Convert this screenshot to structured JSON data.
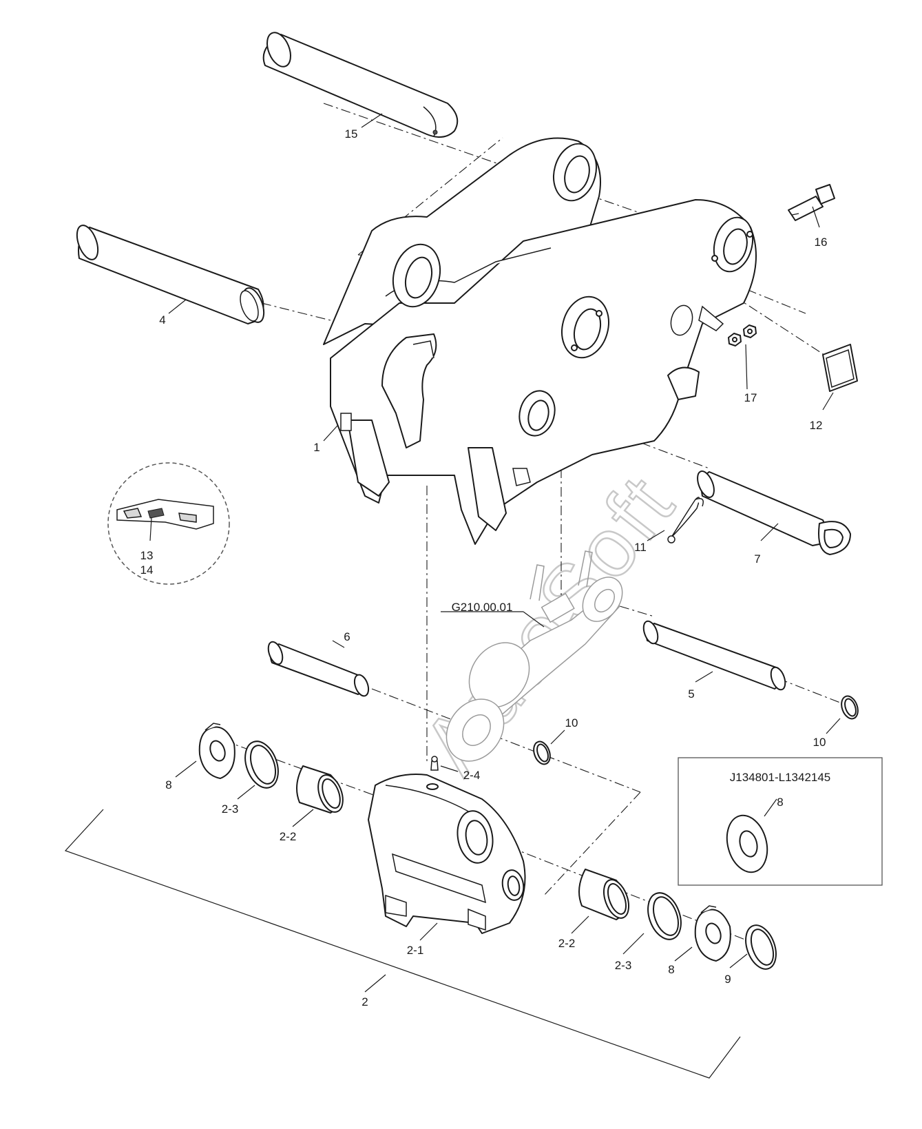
{
  "watermark": "AutoSoft",
  "reference": "G210.00.01",
  "serial_range": "J134801-L1342145",
  "callouts": {
    "c1": "1",
    "c2": "2",
    "c2_1": "2-1",
    "c2_2a": "2-2",
    "c2_2b": "2-2",
    "c2_3a": "2-3",
    "c2_3b": "2-3",
    "c2_4": "2-4",
    "c4": "4",
    "c5": "5",
    "c6": "6",
    "c7": "7",
    "c8a": "8",
    "c8b": "8",
    "c8c": "8",
    "c9": "9",
    "c10a": "10",
    "c10b": "10",
    "c11": "11",
    "c12": "12",
    "c13": "13",
    "c14": "14",
    "c15": "15",
    "c16": "16",
    "c17": "17"
  }
}
